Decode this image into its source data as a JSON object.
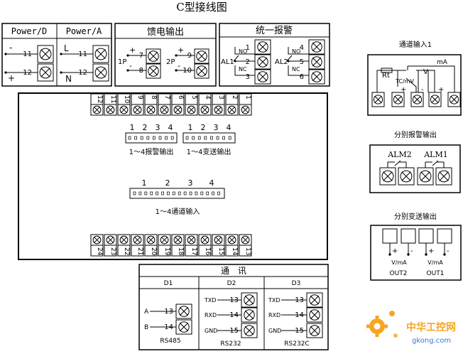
{
  "title": "C型接线图",
  "colors": {
    "line": "#000000",
    "terminal_fill": "#ffffff",
    "watermark_orange": "#f5a623",
    "watermark_blue": "#3a7bd5"
  },
  "power": {
    "dc_label": "Power/D",
    "ac_label": "Power/A",
    "dc_terminals": [
      "11",
      "12"
    ],
    "dc_signs": [
      "-",
      "+"
    ],
    "ac_terminals": [
      "11",
      "12"
    ],
    "ac_signs": [
      "L",
      "N"
    ]
  },
  "feed": {
    "title": "馈电输出",
    "p1_label": "1P",
    "p2_label": "2P",
    "p1_terminals": [
      "7",
      "8"
    ],
    "p2_terminals": [
      "9",
      "10"
    ],
    "signs": [
      "+",
      "-"
    ]
  },
  "alarm_unified": {
    "title": "统一报警",
    "al1": "AL1",
    "al2": "AL2",
    "al1_terminals": [
      "1",
      "2",
      "3"
    ],
    "al2_terminals": [
      "4",
      "5",
      "6"
    ],
    "contacts": [
      "NO",
      "NC"
    ]
  },
  "main_panel": {
    "top_terminals": [
      "12",
      "11",
      "10",
      "9",
      "8",
      "7",
      "6",
      "5",
      "4",
      "3",
      "2",
      "1"
    ],
    "bottom_terminals": [
      "24",
      "23",
      "22",
      "21",
      "20",
      "19",
      "18",
      "17",
      "16",
      "15",
      "14",
      "13"
    ],
    "alarm_slot_numbers": [
      "1",
      "2",
      "3",
      "4"
    ],
    "transmit_slot_numbers": [
      "1",
      "2",
      "3",
      "4"
    ],
    "alarm_slot_label": "1～4报警输出",
    "transmit_slot_label": "1～4变送输出",
    "channel_slot_numbers": [
      "1",
      "2",
      "3",
      "4"
    ],
    "channel_slot_label": "1～4通道输入"
  },
  "channel_input": {
    "title": "通道输入1",
    "rt": "Rt",
    "tc": "TC/mV",
    "v": "V",
    "ma": "mA",
    "signs": [
      "+",
      "-",
      "+"
    ]
  },
  "alarm_separate": {
    "title": "分别报警输出",
    "alm2": "ALM2",
    "alm1": "ALM1"
  },
  "transmit_separate": {
    "title": "分别变送输出",
    "unit": "V/mA",
    "out2": "OUT2",
    "out1": "OUT1",
    "signs": [
      "+",
      "-"
    ]
  },
  "comm": {
    "title": "通　讯",
    "d1": {
      "header": "D1",
      "rows": [
        {
          "sig": "A",
          "num": "13"
        },
        {
          "sig": "B",
          "num": "14"
        }
      ],
      "proto": "RS485"
    },
    "d2": {
      "header": "D2",
      "rows": [
        {
          "sig": "TXD",
          "num": "13"
        },
        {
          "sig": "RXD",
          "num": "14"
        },
        {
          "sig": "GND",
          "num": "15"
        }
      ],
      "proto": "RS232"
    },
    "d3": {
      "header": "D3",
      "rows": [
        {
          "sig": "TXD",
          "num": "13"
        },
        {
          "sig": "RXD",
          "num": "14"
        },
        {
          "sig": "GND",
          "num": "15"
        }
      ],
      "proto": "RS232C"
    }
  },
  "watermark": {
    "brand": "中华工控网",
    "domain": "gkong.com"
  }
}
